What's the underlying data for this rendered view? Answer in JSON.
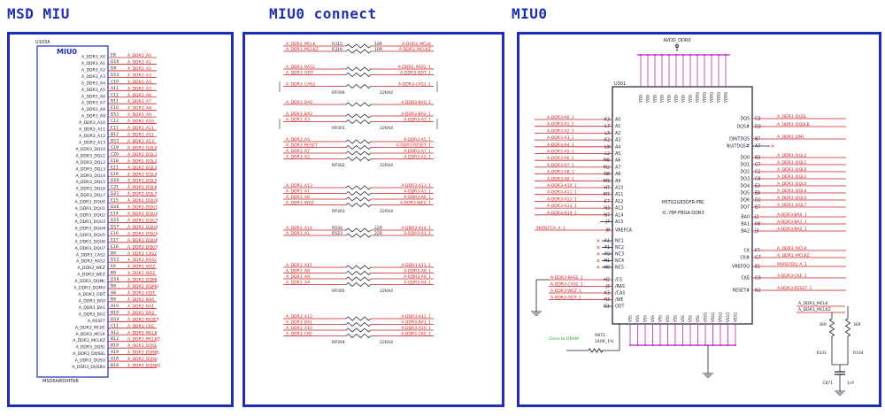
{
  "titles": {
    "left": "MSD MIU",
    "middle": "MIU0 connect",
    "right": "MIU0"
  },
  "left_panel": {
    "ref": "U103A",
    "chip_label": "MIU0",
    "part": "MSD6A800HTAB",
    "rows": [
      {
        "sig": "A_DDR3_A0",
        "pin": "E8",
        "net": "A_DDR3_A0"
      },
      {
        "sig": "A_DDR3_A1",
        "pin": "D10",
        "net": "A_DDR3_A1"
      },
      {
        "sig": "A_DDR3_A2",
        "pin": "D9",
        "net": "A_DDR3_A2"
      },
      {
        "sig": "A_DDR3_A3",
        "pin": "D13",
        "net": "A_DDR3_A3"
      },
      {
        "sig": "A_DDR3_A4",
        "pin": "C10",
        "net": "A_DDR3_A4"
      },
      {
        "sig": "A_DDR3_A5",
        "pin": "A11",
        "net": "A_DDR3_A5"
      },
      {
        "sig": "A_DDR3_A6",
        "pin": "C11",
        "net": "A_DDR3_A6"
      },
      {
        "sig": "A_DDR3_A7",
        "pin": "B11",
        "net": "A_DDR3_A7"
      },
      {
        "sig": "A_DDR3_A8",
        "pin": "E10",
        "net": "A_DDR3_A8"
      },
      {
        "sig": "A_DDR3_A9",
        "pin": "D11",
        "net": "A_DDR3_A9"
      },
      {
        "sig": "A_DDR3_A10",
        "pin": "C12",
        "net": "A_DDR3_A10"
      },
      {
        "sig": "A_DDR3_A11",
        "pin": "E11",
        "net": "A_DDR3_A11"
      },
      {
        "sig": "A_DDR3_A12",
        "pin": "B12",
        "net": "A_DDR3_A12"
      },
      {
        "sig": "A_DDR3_A13",
        "pin": "D11",
        "net": "A_DDR3_A13"
      },
      {
        "sig": "A_DDR3_DQL0",
        "pin": "C19",
        "net": "A_DDR3_DQL0"
      },
      {
        "sig": "A_DDR3_DQL1",
        "pin": "C20",
        "net": "A_DDR3_DQL1"
      },
      {
        "sig": "A_DDR3_DQL2",
        "pin": "E18",
        "net": "A_DDR3_DQL2"
      },
      {
        "sig": "A_DDR3_DQL3",
        "pin": "E21",
        "net": "A_DDR3_DQL3"
      },
      {
        "sig": "A_DDR3_DQL4",
        "pin": "E19",
        "net": "A_DDR3_DQL4"
      },
      {
        "sig": "A_DDR3_DQL5",
        "pin": "D20",
        "net": "A_DDR3_DQL5"
      },
      {
        "sig": "A_DDR3_DQL6",
        "pin": "C21",
        "net": "A_DDR3_DQL6"
      },
      {
        "sig": "A_DDR3_DQL7",
        "pin": "D21",
        "net": "A_DDR3_DQL7"
      },
      {
        "sig": "A_DDR3_DQU0",
        "pin": "E15",
        "net": "A_DDR3_DQU0"
      },
      {
        "sig": "A_DDR3_DQU1",
        "pin": "D16",
        "net": "A_DDR3_DQU1"
      },
      {
        "sig": "A_DDR3_DQU2",
        "pin": "E14",
        "net": "A_DDR3_DQU2"
      },
      {
        "sig": "A_DDR3_DQU3",
        "pin": "D15",
        "net": "A_DDR3_DQU3"
      },
      {
        "sig": "A_DDR3_DQU4",
        "pin": "D17",
        "net": "A_DDR3_DQU4"
      },
      {
        "sig": "A_DDR3_DQU5",
        "pin": "E16",
        "net": "A_DDR3_DQU5"
      },
      {
        "sig": "A_DDR3_DQU6",
        "pin": "E17",
        "net": "A_DDR3_DQU6"
      },
      {
        "sig": "A_DDR3_DQU7",
        "pin": "E16",
        "net": "A_DDR3_DQU7"
      },
      {
        "sig": "A_DDR3_CAS2",
        "pin": "B9",
        "net": "A_DDR3_CAS2"
      },
      {
        "sig": "A_DDR3_RAS2",
        "pin": "D12",
        "net": "A_DDR3_RAS2"
      },
      {
        "sig": "A_DDR3_WEZ",
        "pin": "E9",
        "net": "A_DDR3_WEZ"
      },
      {
        "sig": "A_DDR3_WEZ",
        "pin": "B9",
        "net": "A_DDR3_WEZ"
      },
      {
        "sig": "A_DDR3_DQML",
        "pin": "D19",
        "net": "A_DDR3_DQML"
      },
      {
        "sig": "A_DDR3_DQMU",
        "pin": "B9",
        "net": "A_DDR3_DQMU"
      },
      {
        "sig": "A_DDR3_ODT",
        "pin": "A8",
        "net": "A_DDR3_ODT"
      },
      {
        "sig": "A_DDR3_BA0",
        "pin": "B9",
        "net": "A_DDR3_BA0"
      },
      {
        "sig": "A_DDR3_BA1",
        "pin": "A10",
        "net": "A_DDR3_BA1"
      },
      {
        "sig": "A_DDR3_BA2",
        "pin": "B10",
        "net": "A_DDR3_BA2"
      },
      {
        "sig": "A_RESET",
        "pin": "D14",
        "net": "A_DDR3_RESET"
      },
      {
        "sig": "A_DDR3_MCKE",
        "pin": "C11",
        "net": "A_DDR3_CKE"
      },
      {
        "sig": "A_DDR3_MCLK",
        "pin": "A12",
        "net": "A_DDR3_MCLK"
      },
      {
        "sig": "A_DDR3_MCLKZ",
        "pin": "B12",
        "net": "A_DDR3_MCLKZ"
      },
      {
        "sig": "A_DDR3_DQSL",
        "pin": "B19",
        "net": "A_DDR3_DQSL"
      },
      {
        "sig": "A_DDR3_DQSBL",
        "pin": "A19",
        "net": "A_DDR3_DQSBL"
      },
      {
        "sig": "A_DDR3_DQSU",
        "pin": "A18",
        "net": "A_DDR3_DQSU"
      },
      {
        "sig": "A_DDR3_DQSBU",
        "pin": "B18",
        "net": "A_DDR3_DQSBU"
      }
    ]
  },
  "middle_panel": {
    "groups": [
      {
        "ref": "",
        "value": "",
        "lines": [
          {
            "l": "A_DDR3_MCLK",
            "r": "A-DDR3_MCLK",
            "rlabel": "R315",
            "val": "10R"
          },
          {
            "l": "A_DDR3_MCLKZ",
            "r": "A-DDR3_MCLKZ",
            "rlabel": "R316",
            "val": "10R"
          }
        ]
      },
      {
        "ref": "RP306",
        "value": "22RX4",
        "lines": [
          {
            "l": "A_DDR3_RAS2",
            "r": "A-DDR3_RAS2_1"
          },
          {
            "l": "A_DDR3_ODT",
            "r": "A-DDR3-ODT_1"
          },
          {
            "l": "",
            "r": ""
          },
          {
            "l": "A_DDR3_CAS2",
            "r": "A-DDR3-CAS2_1"
          }
        ]
      },
      {
        "ref": "RP301",
        "value": "22RX4",
        "lines": [
          {
            "l": "A_DDR3_BA0",
            "r": "A-DDR3-BA0_1"
          },
          {
            "l": "",
            "r": ""
          },
          {
            "l": "A_DDR3_BA2",
            "r": "A-DDR3-BA2_1"
          },
          {
            "l": "A_DDR3_A3",
            "r": "A-DDR3-A3_1"
          }
        ]
      },
      {
        "ref": "RP302",
        "value": "22RX4",
        "lines": [
          {
            "l": "A_DDR3_A5",
            "r": "A-DDR3-A5_1"
          },
          {
            "l": "A_DDR3_RESET",
            "r": "A-DDR3-RESET_1"
          },
          {
            "l": "A_DDR3_A7",
            "r": "A-DDR3-A7_1"
          },
          {
            "l": "A_DDR3_A2",
            "r": "A-DDR3-A2_1"
          }
        ]
      },
      {
        "ref": "RP303",
        "value": "22RX4",
        "lines": [
          {
            "l": "A_DDR3_A13",
            "r": "A-DDR3-A13_1"
          },
          {
            "l": "A_DDR3_A1",
            "r": "A-DDR3-A1_1"
          },
          {
            "l": "A_DDR3_A6",
            "r": "A-DDR3-A6_1"
          },
          {
            "l": "A_DDR3_WEZ",
            "r": "A-DDR3-WEZ_1"
          }
        ]
      },
      {
        "ref": "",
        "value": "",
        "lines": [
          {
            "l": "A_DDR3_A14",
            "r": "A-DDR3-A14_1",
            "rlabel": "R534",
            "val": "22R"
          },
          {
            "l": "A_DDR3_A1",
            "r": "A-DDR3-A1_1",
            "rlabel": "R523",
            "val": "22R"
          }
        ]
      },
      {
        "ref": "RP305",
        "value": "22RX4",
        "lines": [
          {
            "l": "A_DDR3_A11",
            "r": "A-DDR3-A11_1"
          },
          {
            "l": "A_DDR3_A8",
            "r": "A-DDR3-A8_1"
          },
          {
            "l": "A_DDR3_A9",
            "r": "A-DDR3-A9_1"
          },
          {
            "l": "A_DDR3_A4",
            "r": "A-DDR3-A4_1"
          }
        ]
      },
      {
        "ref": "RP304",
        "value": "22RX4",
        "lines": [
          {
            "l": "A_DDR3_A12",
            "r": "A-DDR3-A12_1"
          },
          {
            "l": "A_DDR3_BA1",
            "r": "A-DDR3-BA1_1"
          },
          {
            "l": "A_DDR3_A10",
            "r": "A-DDR3-A10_1"
          },
          {
            "l": "A_DDR3_CKE",
            "r": "A-DDR3-CKE_1"
          }
        ]
      }
    ]
  },
  "right_panel": {
    "power_label": "AVDD_DDR0",
    "ref": "U301",
    "part1": "H5TQ2G83DFR-PBC",
    "part2": "IC-78P-FBGA-DDR3",
    "top_pins": [
      "VDD",
      "VDD",
      "VDD",
      "VDD",
      "VDD",
      "VDD",
      "VDD",
      "VDD",
      "VDDQ",
      "VDDQ",
      "VDDQ",
      "VDDQ",
      "VDDQ"
    ],
    "left_pins": [
      {
        "net": "A-DDR3-A0_1",
        "ball": "K3",
        "name": "A0"
      },
      {
        "net": "A-DDR3-A1_1",
        "ball": "L7",
        "name": "A1"
      },
      {
        "net": "A-DDR3-A2_1",
        "ball": "L3",
        "name": "A2"
      },
      {
        "net": "A-DDR3-A3_1",
        "ball": "K2",
        "name": "A3"
      },
      {
        "net": "A-DDR3-A4_1",
        "ball": "L8",
        "name": "A4"
      },
      {
        "net": "A-DDR3-A5_1",
        "ball": "L2",
        "name": "A5"
      },
      {
        "net": "A-DDR3-A6_1",
        "ball": "M8",
        "name": "A6"
      },
      {
        "net": "A-DDR3-A7_1",
        "ball": "M2",
        "name": "A7"
      },
      {
        "net": "A-DDR3-A8_1",
        "ball": "N8",
        "name": "A8"
      },
      {
        "net": "A-DDR3-A9_1",
        "ball": "M3",
        "name": "A9"
      },
      {
        "net": "A-DDR3-A10_1",
        "ball": "H7",
        "name": "A10"
      },
      {
        "net": "A-DDR3-A11_1",
        "ball": "M7",
        "name": "A11"
      },
      {
        "net": "A-DDR3-A12_1",
        "ball": "K7",
        "name": "A12"
      },
      {
        "net": "A-DDR3-A13_1",
        "ball": "N3",
        "name": "A13"
      },
      {
        "net": "A-DDR3-A14_1",
        "ball": "N7",
        "name": "A14"
      },
      {
        "net": "",
        "ball": "J7",
        "name": "A15"
      }
    ],
    "vref_net": "MVREFCA_A_1",
    "vref_ball": "J8",
    "vref_name": "VREFCA",
    "nc_pins": [
      {
        "ball": "A1",
        "name": "NC1"
      },
      {
        "ball": "F1",
        "name": "NC2"
      },
      {
        "ball": "F9",
        "name": "NC3"
      },
      {
        "ball": "H1",
        "name": "NC4"
      },
      {
        "ball": "H9",
        "name": "NC5"
      }
    ],
    "ctrl_pins": [
      {
        "net": "A-DDR3-RAS2_1",
        "ball": "H2",
        "name": "/CS"
      },
      {
        "net": "A-DDR3-CAS2_1",
        "ball": "J3",
        "name": "/RAS"
      },
      {
        "net": "A-DDR3-WEZ_1",
        "ball": "K3",
        "name": "/CAS"
      },
      {
        "net": "A-DDR3-ODT_1",
        "ball": "H3",
        "name": "/WE"
      },
      {
        "net": "",
        "ball": "G1",
        "name": "ODT"
      }
    ],
    "right_pins": [
      {
        "name": "DQS",
        "ball": "C3",
        "net": "A_DDR3_DQSL"
      },
      {
        "name": "DQS#",
        "ball": "D3",
        "net": "A_DDR3_DQSLB"
      },
      {
        "name": "DM/TDQS",
        "ball": "B7",
        "net": "A_DDR3_DML"
      },
      {
        "name": "NU/TDQS#",
        "ball": "A7",
        "net": ""
      },
      {
        "name": "DQ0",
        "ball": "B3",
        "net": "A_DDR3_DQL2"
      },
      {
        "name": "DQ1",
        "ball": "C7",
        "net": "A_DDR3_DQL1"
      },
      {
        "name": "DQ2",
        "ball": "C2",
        "net": "A_DDR3_DQL6"
      },
      {
        "name": "DQ3",
        "ball": "C8",
        "net": "A_DDR3_DQL3"
      },
      {
        "name": "DQ4",
        "ball": "E3",
        "net": "A_DDR3_DQL0"
      },
      {
        "name": "DQ5",
        "ball": "E8",
        "net": "A_DDR3_DQL4"
      },
      {
        "name": "DQ6",
        "ball": "D2",
        "net": "A_DDR3_DQL5"
      },
      {
        "name": "DQ7",
        "ball": "E7",
        "net": "A_DDR3_DQL7"
      },
      {
        "name": "BA0",
        "ball": "J2",
        "net": "A-DDR3-BA0_1"
      },
      {
        "name": "BA1",
        "ball": "K8",
        "net": "A-DDR3-BA1_1"
      },
      {
        "name": "BA2",
        "ball": "J3",
        "net": "A-DDR3-BA2_1"
      },
      {
        "name": "CK",
        "ball": "F7",
        "net": "A_DDR3_MCLK"
      },
      {
        "name": "CK#",
        "ball": "G7",
        "net": "A_DDR3_MCLKZ"
      },
      {
        "name": "VREFDQ",
        "ball": "E1",
        "net": "MVREFDQ_A_1"
      },
      {
        "name": "CKE",
        "ball": "G9",
        "net": "A-DDR3-CKE_1"
      },
      {
        "name": "RESET#",
        "ball": "N2",
        "net": "A-DDR3-RESET_1"
      }
    ],
    "bottom_pins": [
      "VSS",
      "VSS",
      "VSS",
      "VSS",
      "VSS",
      "VSS",
      "VSS",
      "VSS",
      "VSS",
      "VSS",
      "VSSQ",
      "VSSQ",
      "VSSQ",
      "VSSQ",
      "VSSQ"
    ],
    "zq_ref": "R872",
    "zq_val": "240R_1%",
    "zq_note": "Close to DRAM",
    "term_labels": [
      "A_DDR3_MCLK",
      "A_DDR3_MCLKZ"
    ],
    "term_res": [
      "36R",
      "36R"
    ],
    "term_refs": [
      "R331",
      "R334"
    ],
    "cap_ref": "C871",
    "cap_val": "1nF"
  }
}
